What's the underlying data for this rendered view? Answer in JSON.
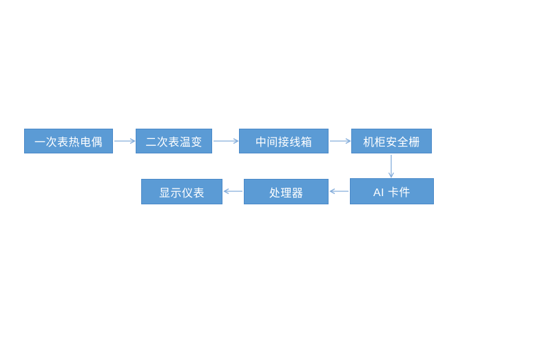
{
  "diagram": {
    "type": "flowchart",
    "nodes": [
      {
        "id": "primary-thermocouple",
        "label": "一次表热电偶"
      },
      {
        "id": "secondary-temp-transmitter",
        "label": "二次表温变"
      },
      {
        "id": "intermediate-junction-box",
        "label": "中间接线箱"
      },
      {
        "id": "cabinet-safety-barrier",
        "label": "机柜安全栅"
      },
      {
        "id": "ai-card",
        "label": "AI 卡件"
      },
      {
        "id": "processor",
        "label": "处理器"
      },
      {
        "id": "display-instrument",
        "label": "显示仪表"
      }
    ],
    "edges": [
      {
        "from": "primary-thermocouple",
        "to": "secondary-temp-transmitter",
        "direction": "right"
      },
      {
        "from": "secondary-temp-transmitter",
        "to": "intermediate-junction-box",
        "direction": "right"
      },
      {
        "from": "intermediate-junction-box",
        "to": "cabinet-safety-barrier",
        "direction": "right"
      },
      {
        "from": "cabinet-safety-barrier",
        "to": "ai-card",
        "direction": "down"
      },
      {
        "from": "ai-card",
        "to": "processor",
        "direction": "left"
      },
      {
        "from": "processor",
        "to": "display-instrument",
        "direction": "left"
      }
    ],
    "colors": {
      "node_fill": "#5B9BD5",
      "node_border": "#4A89C8",
      "node_text": "#FFFFFF",
      "arrow": "#84ADDB",
      "background": "#FFFFFF"
    }
  }
}
